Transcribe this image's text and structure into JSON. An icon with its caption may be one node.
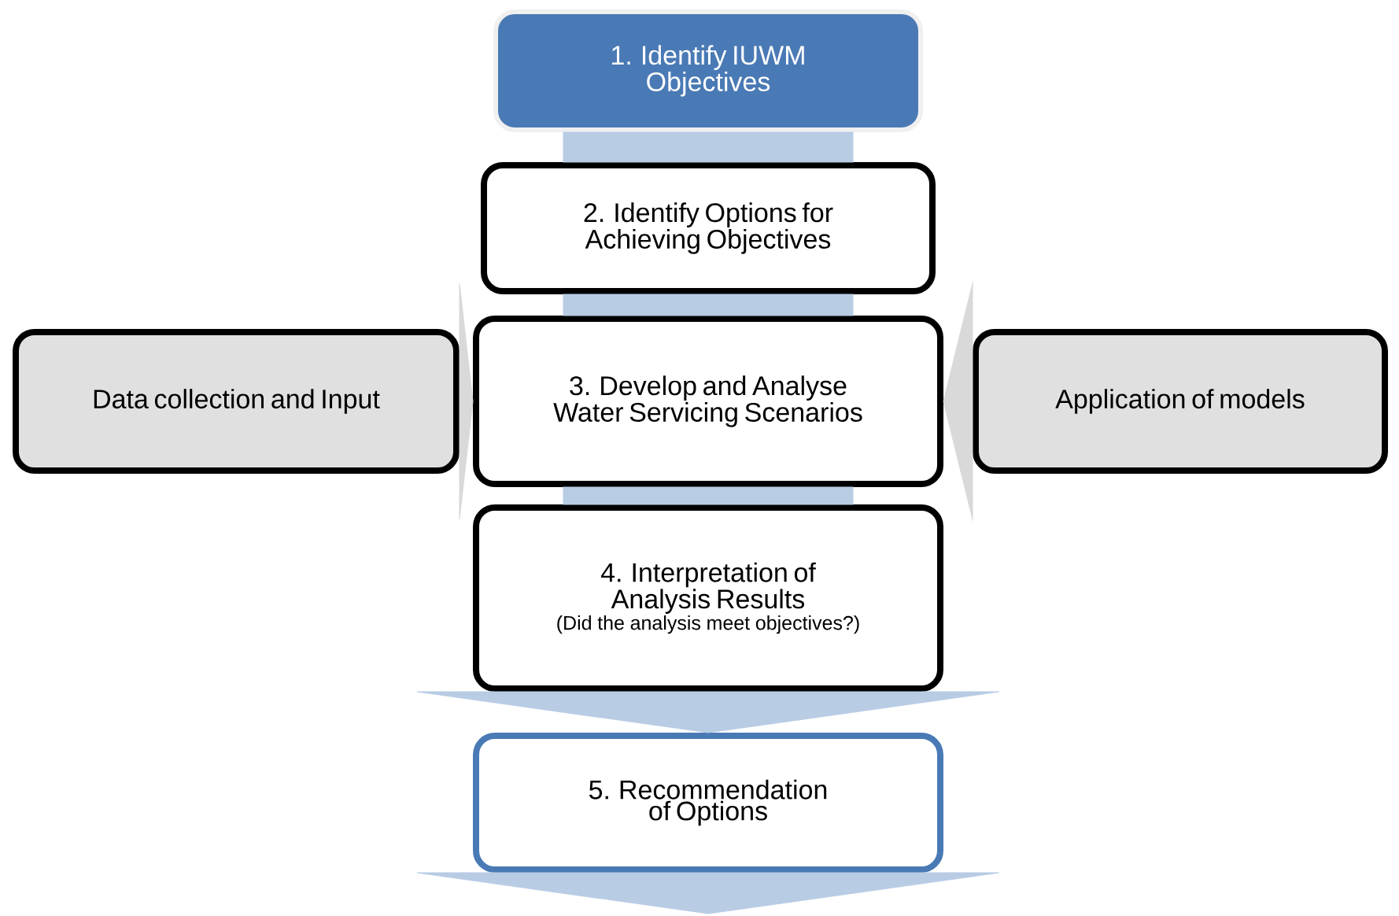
{
  "diagram": {
    "nodes": [
      {
        "text": [
          "1. Identify IUWM Objectives"
        ]
      },
      {
        "text": [
          "2. Identify Options for Achieving Objectives"
        ]
      },
      {
        "text": [
          "Data collection and Input"
        ]
      },
      {
        "text": [
          "3. Develop and Analyse Water Servicing Scenarios"
        ]
      },
      {
        "text": [
          "Application of models"
        ]
      },
      {
        "text": [
          "4. Interpretation of Analysis Results",
          "(Did the analysis meet objectives?)"
        ]
      },
      {
        "text": [
          "5. Recommendation of Options"
        ]
      }
    ],
    "edges": [
      {
        "from": 0,
        "to": 1,
        "arrow": "none"
      },
      {
        "from": 1,
        "to": 3,
        "arrow": "none"
      },
      {
        "from": 2,
        "to": 3,
        "arrow": "to",
        "color": "#d9d9d9"
      },
      {
        "from": 4,
        "to": 3,
        "arrow": "to",
        "color": "#d9d9d9"
      },
      {
        "from": 3,
        "to": 5,
        "arrow": "none"
      },
      {
        "from": 5,
        "to": 6,
        "arrow": "to"
      },
      {
        "from": 6,
        "to": null,
        "arrow": "to"
      }
    ]
  }
}
